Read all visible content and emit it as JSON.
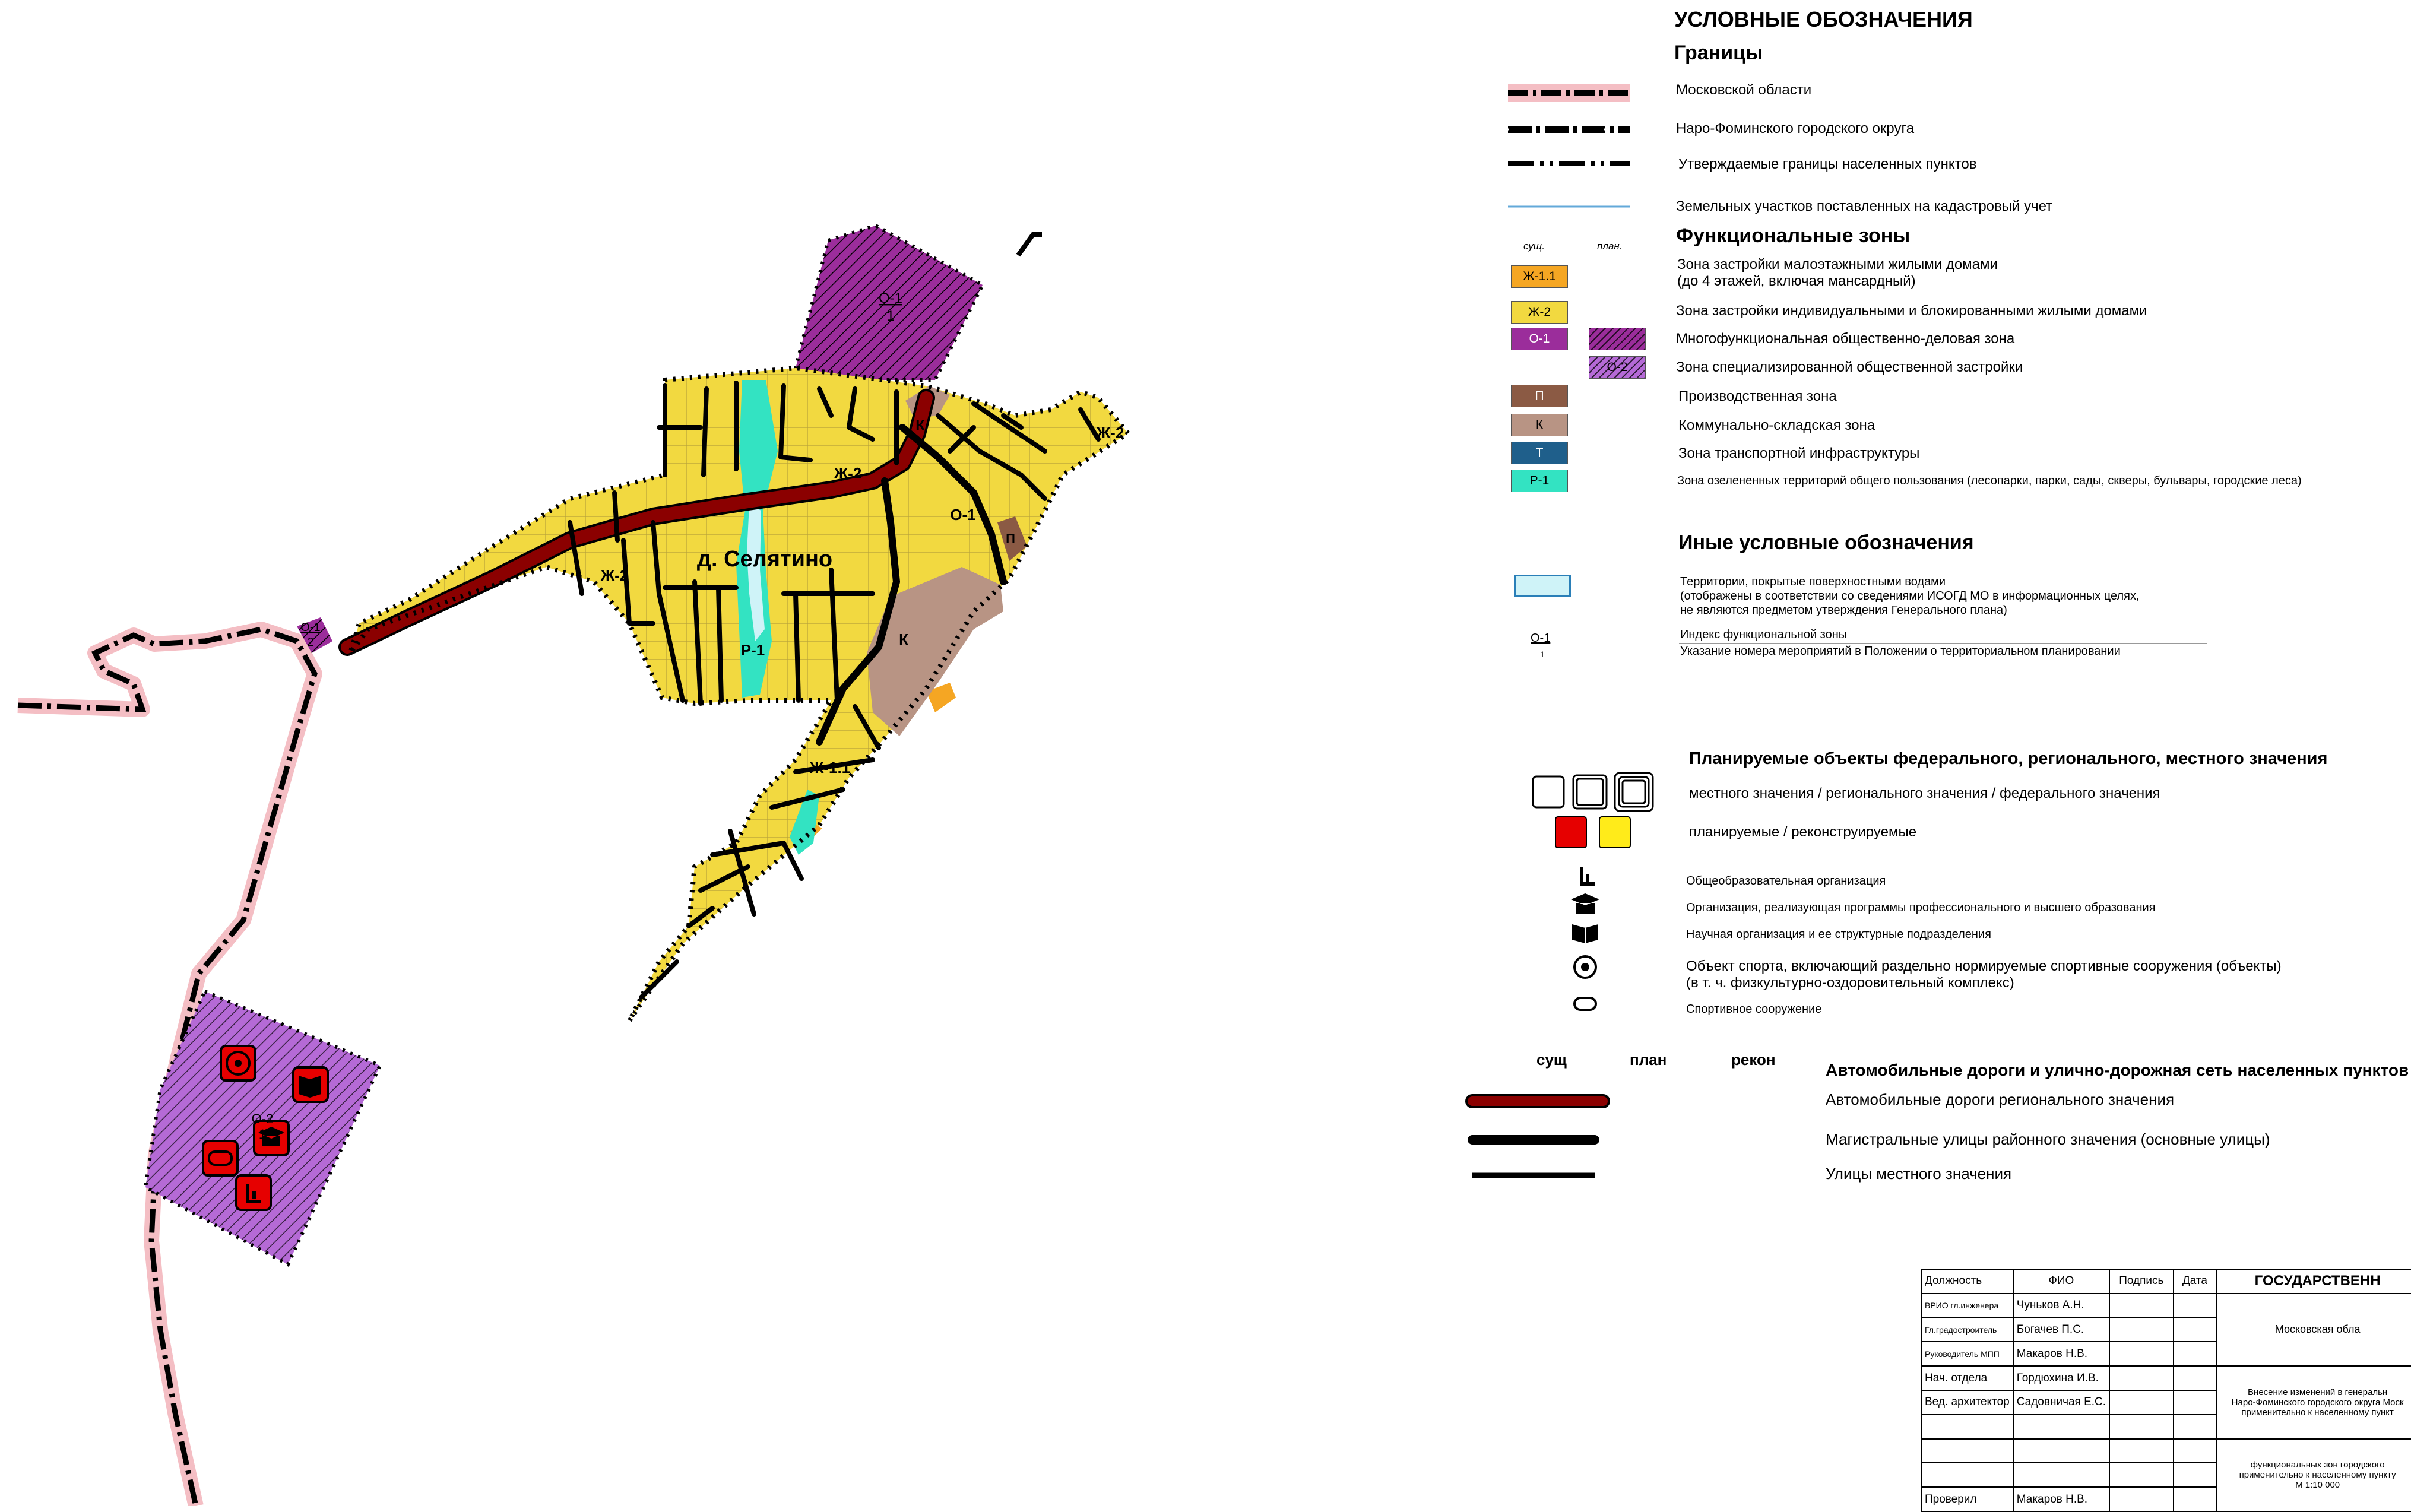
{
  "map": {
    "settlement_name": "д. Селятино",
    "zone_labels": {
      "o1_1_top": "О-1",
      "o1_1_bottom": "1",
      "o1_2_top": "О-1",
      "o1_2_bottom": "2",
      "o2_top": "О-2",
      "o2_bottom": "1",
      "zh2_center": "Ж-2",
      "zh2_left": "Ж-2",
      "zh2_right": "Ж-2",
      "zh11": "Ж-1.1",
      "r1": "Р-1",
      "k_big": "К",
      "k_small": "К",
      "p": "П",
      "o1_east": "О-1"
    },
    "colors": {
      "residential_yellow": "#F2D940",
      "residential_orange": "#F5A623",
      "public_purple": "#9B2D9B",
      "special_purple": "#B56AD6",
      "production_brown": "#8B5A44",
      "communal": "#B89484",
      "transport": "#1F5F8B",
      "greenery": "#33E3C2",
      "water": "#CFF3F8",
      "road_regional": "#8B0000",
      "region_border_glow": "#F4BEC4",
      "object_red": "#E60000"
    }
  },
  "legend": {
    "title": "УСЛОВНЫЕ ОБОЗНАЧЕНИЯ",
    "boundaries": {
      "heading": "Границы",
      "items": [
        "Московской области",
        "Наро-Фоминского городского округа",
        "Утверждаемые границы населенных пунктов",
        "Земельных участков поставленных на кадастровый учет"
      ]
    },
    "zones": {
      "heading": "Функциональные зоны",
      "col_existing": "сущ.",
      "col_planned": "план.",
      "items": [
        {
          "code": "Ж-1.1",
          "label": "Зона застройки малоэтажными жилыми домами\n(до 4 этажей, включая мансардный)",
          "color": "#F5A623"
        },
        {
          "code": "Ж-2",
          "label": "Зона застройки индивидуальными и блокированными жилыми домами",
          "color": "#F2D940"
        },
        {
          "code": "О-1",
          "label": "Многофункциональная общественно-деловая зона",
          "color": "#9B2D9B"
        },
        {
          "code": "О-2",
          "label": "Зона специализированной общественной застройки",
          "color": "#B56AD6"
        },
        {
          "code": "П",
          "label": "Производственная зона",
          "color": "#8B5A44"
        },
        {
          "code": "К",
          "label": "Коммунально-складская зона",
          "color": "#B89484"
        },
        {
          "code": "Т",
          "label": "Зона транспортной инфраструктуры",
          "color": "#1F5F8B"
        },
        {
          "code": "Р-1",
          "label": "Зона озелененных территорий общего пользования (лесопарки, парки, сады, скверы, бульвары, городские леса)",
          "color": "#33E3C2"
        }
      ]
    },
    "other": {
      "heading": "Иные условные обозначения",
      "water": "Территории, покрытые поверхностными водами\n(отображены в соответствии со сведениями ИСОГД МО в информационных целях,\nне являются предметом утверждения Генерального плана)",
      "index_sample_top": "О-1",
      "index_sample_bottom": "1",
      "index_label": "Индекс функциональной зоны",
      "number_label": "Указание номера мероприятий в Положении о территориальном планировании"
    },
    "objects": {
      "heading": "Планируемые объекты федерального, регионального, местного значения",
      "levels": "местного значения / регионального значения / федерального значения",
      "planned": "планируемые / реконструируемые",
      "items": [
        "Общеобразовательная организация",
        "Организация, реализующая программы профессионального и высшего образования",
        "Научная организация и ее структурные подразделения",
        "Объект спорта, включающий раздельно нормируемые спортивные сооружения (объекты)\n(в т. ч. физкультурно-оздоровительный комплекс)",
        "Спортивное сооружение"
      ]
    },
    "roads": {
      "col_existing": "сущ",
      "col_planned": "план",
      "col_recon": "рекон",
      "heading": "Автомобильные дороги и улично-дорожная сеть населенных пунктов",
      "items": [
        "Автомобильные дороги регионального значения",
        "Магистральные улицы районного значения (основные улицы)",
        "Улицы местного значения"
      ]
    }
  },
  "stamp": {
    "headers": [
      "Должность",
      "ФИО",
      "Подпись",
      "Дата"
    ],
    "title": "ГОСУДАРСТВЕНН",
    "rows": [
      {
        "role": "ВРИО гл.инженера",
        "name": "Чуньков А.Н."
      },
      {
        "role": "Гл.градостроитель",
        "name": "Богачев П.С."
      },
      {
        "role": "Руководитель МПП",
        "name": "Макаров Н.В."
      },
      {
        "role": "Нач. отдела",
        "name": "Гордюхина И.В."
      },
      {
        "role": "Вед. архитектор",
        "name": "Садовничая Е.С."
      },
      {
        "role": "",
        "name": ""
      },
      {
        "role": "",
        "name": ""
      },
      {
        "role": "",
        "name": ""
      },
      {
        "role": "Проверил",
        "name": "Макаров Н.В."
      }
    ],
    "region": "Московская обла",
    "project": "Внесение изменений в генеральн\nНаро-Фоминского городского округа Моск\nприменительно к населенному пункт",
    "sheet": "функциональных зон городского\nприменительно к населенному пункту\nМ 1:10 000"
  }
}
